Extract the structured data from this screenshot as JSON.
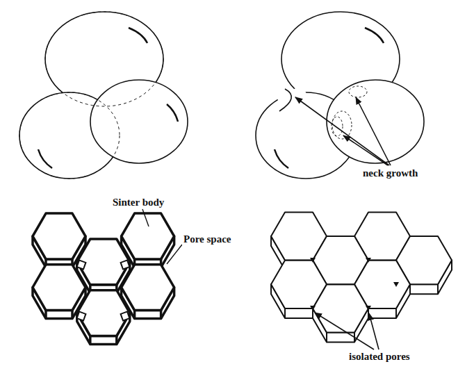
{
  "diagram": {
    "labels": [
      "neck growth",
      "Sinter body",
      "Pore space",
      "isolated pores"
    ]
  }
}
